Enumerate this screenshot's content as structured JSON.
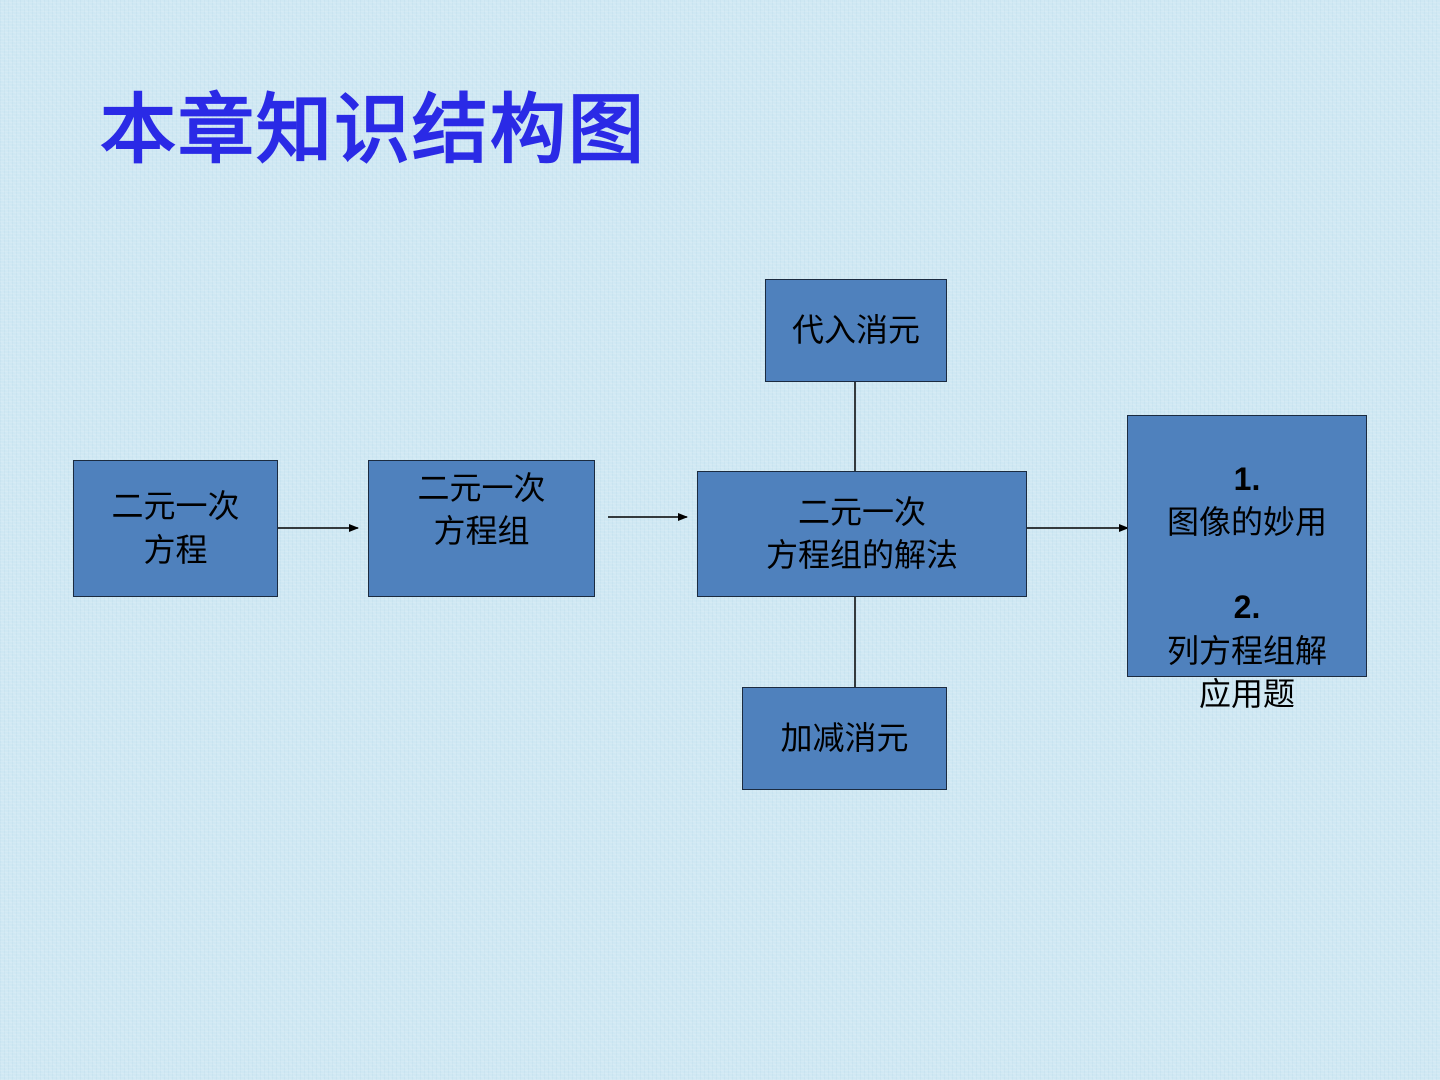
{
  "title": "本章知识结构图",
  "nodes": {
    "equation": {
      "line1": "二元一次",
      "line2": "方程"
    },
    "system": {
      "line1": "二元一次",
      "line2": "方程组"
    },
    "solution_methods": {
      "line1": "二元一次",
      "line2": "方程组的解法"
    },
    "substitution": {
      "label": "代入消元"
    },
    "addition": {
      "label": "加减消元"
    },
    "applications": {
      "item1_num": "1.",
      "item1_text": "图像的妙用",
      "item2_num": "2.",
      "item2_text_line1": "列方程组解",
      "item2_text_line2": "应用题"
    }
  },
  "colors": {
    "title": "#2a2ae6",
    "box_fill": "#4f81bd",
    "background": "#cfe8f3"
  }
}
